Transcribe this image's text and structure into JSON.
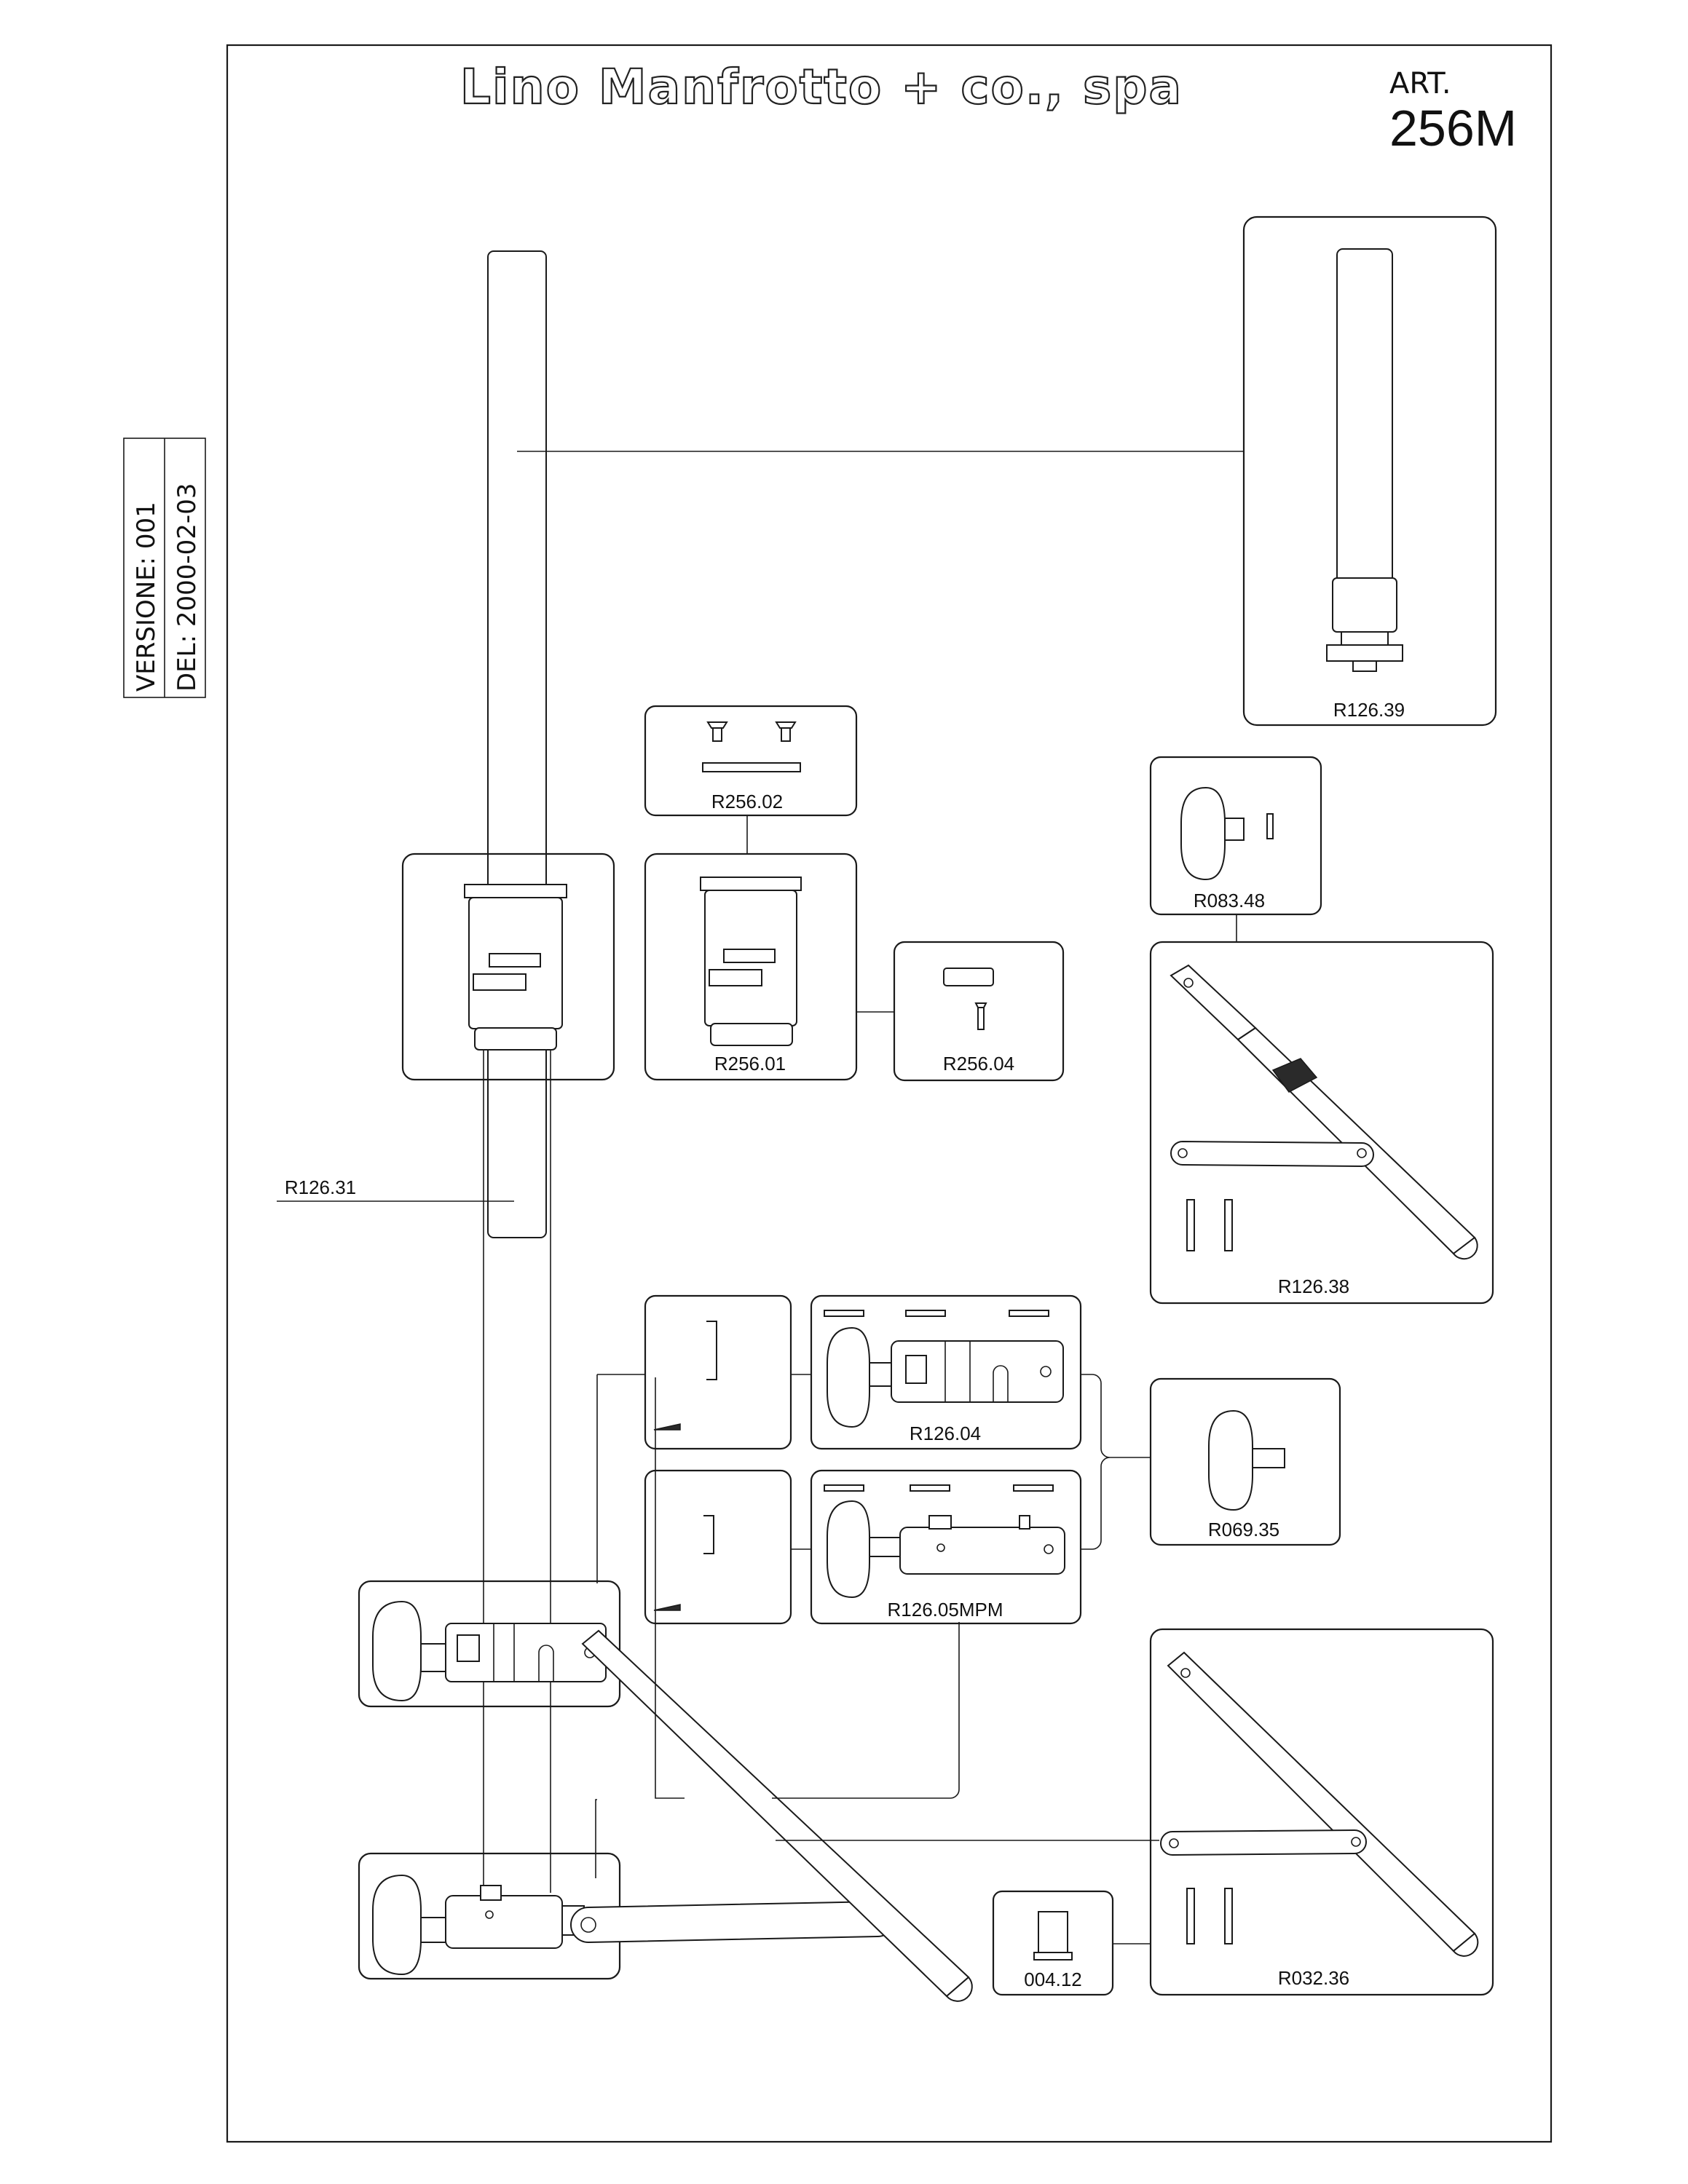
{
  "header": {
    "company": "Lino Manfrotto + co., spa",
    "art_label": "ART.",
    "art_number": "256M"
  },
  "revision": {
    "version": "VERSIONE: 001",
    "date": "DEL: 2000-02-03"
  },
  "parts": {
    "r126_39": "R126.39",
    "r256_02": "R256.02",
    "r083_48": "R083.48",
    "r256_01": "R256.01",
    "r256_04": "R256.04",
    "r126_38": "R126.38",
    "r126_31": "R126.31",
    "r126_04": "R126.04",
    "r069_35": "R069.35",
    "r126_05mpm": "R126.05MPM",
    "p004_12": "004.12",
    "r032_36": "R032.36"
  }
}
